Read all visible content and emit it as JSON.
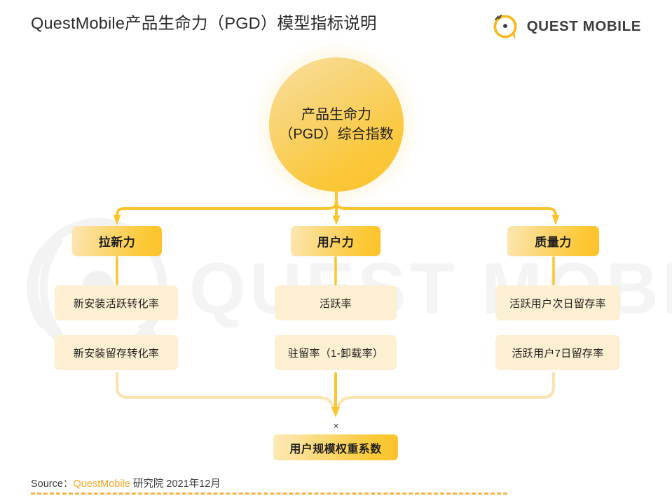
{
  "header": {
    "title": "QuestMobile产品生命力（PGD）模型指标说明",
    "logo_text": "QUEST MOBILE",
    "logo_icon": "quest-mobile-speech-bubble-icon"
  },
  "colors": {
    "accent": "#FCC22B",
    "accent_light": "#FCE7B4",
    "metric_bg": "#FCEFD2",
    "connector": "#FBC githubD",
    "connector_main": "#FBC93C",
    "connector_soft": "#FBE0A8",
    "source_brand": "#F5A623",
    "text": "#1F1F1F",
    "watermark": "#F2F2F2"
  },
  "diagram": {
    "root": {
      "label": "产品生命力\n（PGD）综合指数",
      "shape": "circle"
    },
    "columns": [
      {
        "pillar": "拉新力",
        "metrics": [
          "新安装活跃转化率",
          "新安装留存转化率"
        ]
      },
      {
        "pillar": "用户力",
        "metrics": [
          "活跃率",
          "驻留率（1-卸载率）"
        ]
      },
      {
        "pillar": "质量力",
        "metrics": [
          "活跃用户次日留存率",
          "活跃用户7日留存率"
        ]
      }
    ],
    "operator": "×",
    "weight_node": "用户规模权重系数"
  },
  "watermark": {
    "text": "QUEST MOBILE"
  },
  "footer": {
    "source_prefix": "Source：",
    "source_brand": "QuestMobile",
    "source_rest": " 研究院 2021年12月"
  }
}
